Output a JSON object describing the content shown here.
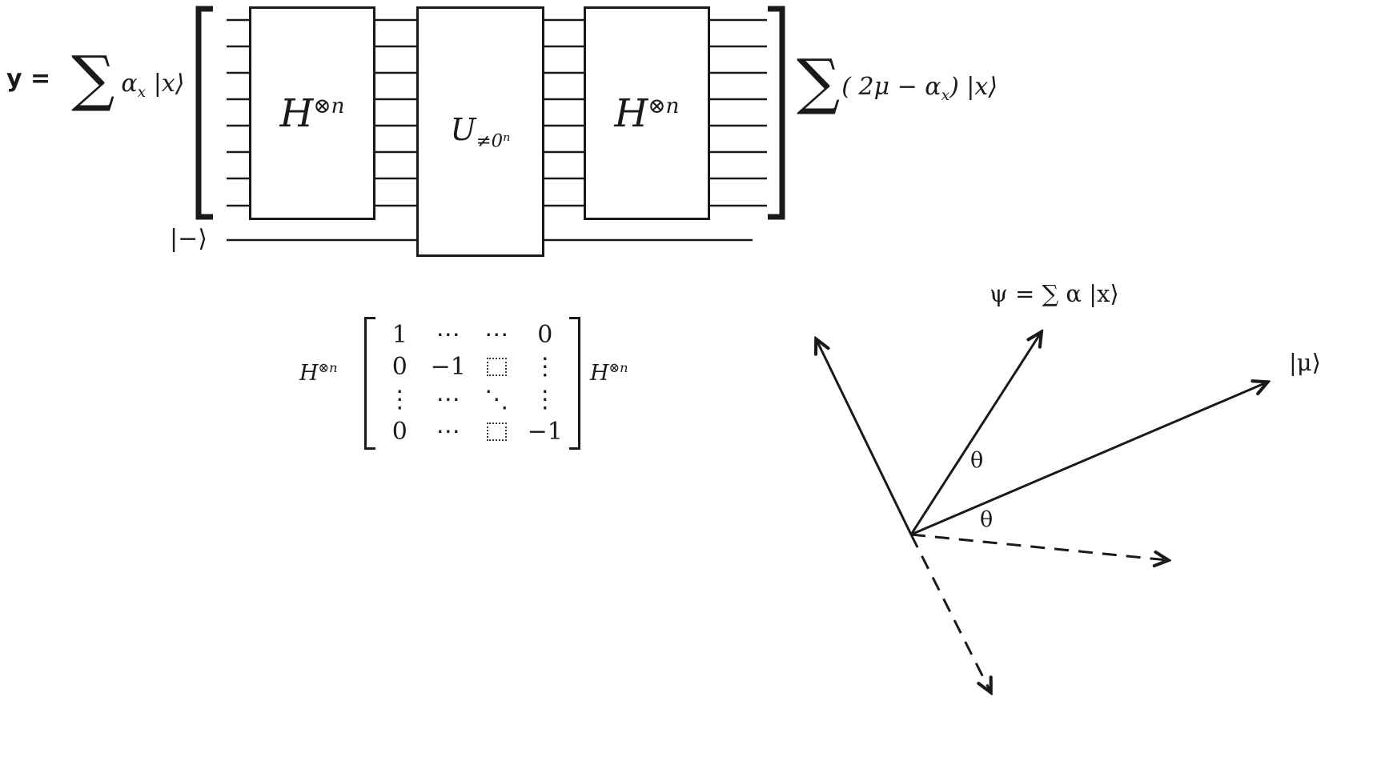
{
  "circuit": {
    "lhs": {
      "y_eq": "y =",
      "sum": "∑",
      "alpha": "α",
      "alpha_sub": "x",
      "ket": " |x⟩"
    },
    "gates": {
      "h1": {
        "base": "H",
        "sup": "⊗n"
      },
      "u": {
        "base": "U",
        "sub": "≠0ⁿ"
      },
      "h2": {
        "base": "H",
        "sup": "⊗n"
      }
    },
    "rhs": {
      "sum": "∑",
      "open": "( 2μ −  α",
      "sub": "x",
      "close": ") |x⟩"
    },
    "ancilla_label": "|−⟩",
    "wire_count": 8
  },
  "matrix": {
    "left_label": {
      "base": "H",
      "sup": "⊗n"
    },
    "right_label": {
      "base": "H",
      "sup": "⊗n"
    },
    "rows": [
      [
        "1",
        "⋯",
        "⋯",
        "0"
      ],
      [
        "0",
        "−1",
        "",
        "⋮"
      ],
      [
        "⋮",
        "⋯",
        "⋱",
        "⋮"
      ],
      [
        "0",
        "⋯",
        "",
        "−1"
      ]
    ],
    "dotted_square_icon": "dotted-square"
  },
  "vectors": {
    "psi_label": "ψ = ∑ α |x⟩",
    "mu_label": "|μ⟩",
    "theta_upper": "θ",
    "theta_lower": "θ"
  },
  "colors": {
    "ink": "#1a1a1a",
    "background": "#ffffff"
  }
}
